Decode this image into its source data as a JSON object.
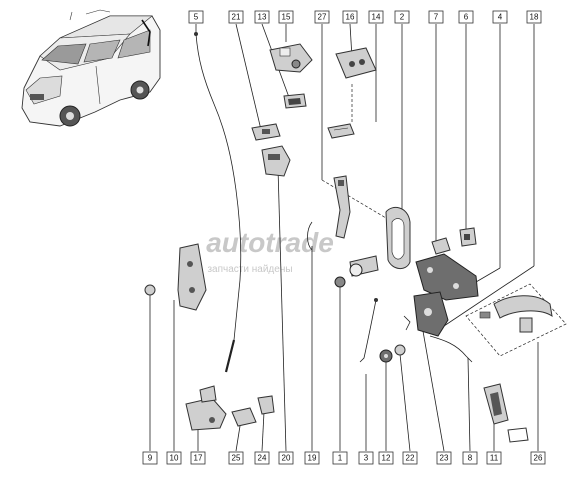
{
  "top_callouts": [
    "5",
    "21",
    "13",
    "15",
    "27",
    "16",
    "14",
    "2",
    "7",
    "6",
    "4",
    "18"
  ],
  "bottom_callouts": [
    "9",
    "10",
    "17",
    "25",
    "24",
    "20",
    "19",
    "1",
    "3",
    "12",
    "22",
    "23",
    "8",
    "11",
    "26"
  ],
  "watermark": {
    "logo": "autotrade",
    "caption": "запчасти найдены"
  },
  "colors": {
    "line": "#222222",
    "part_fill": "#cfcfcf",
    "part_dark": "#6e6e6e",
    "watermark": "#c8c8c8"
  }
}
